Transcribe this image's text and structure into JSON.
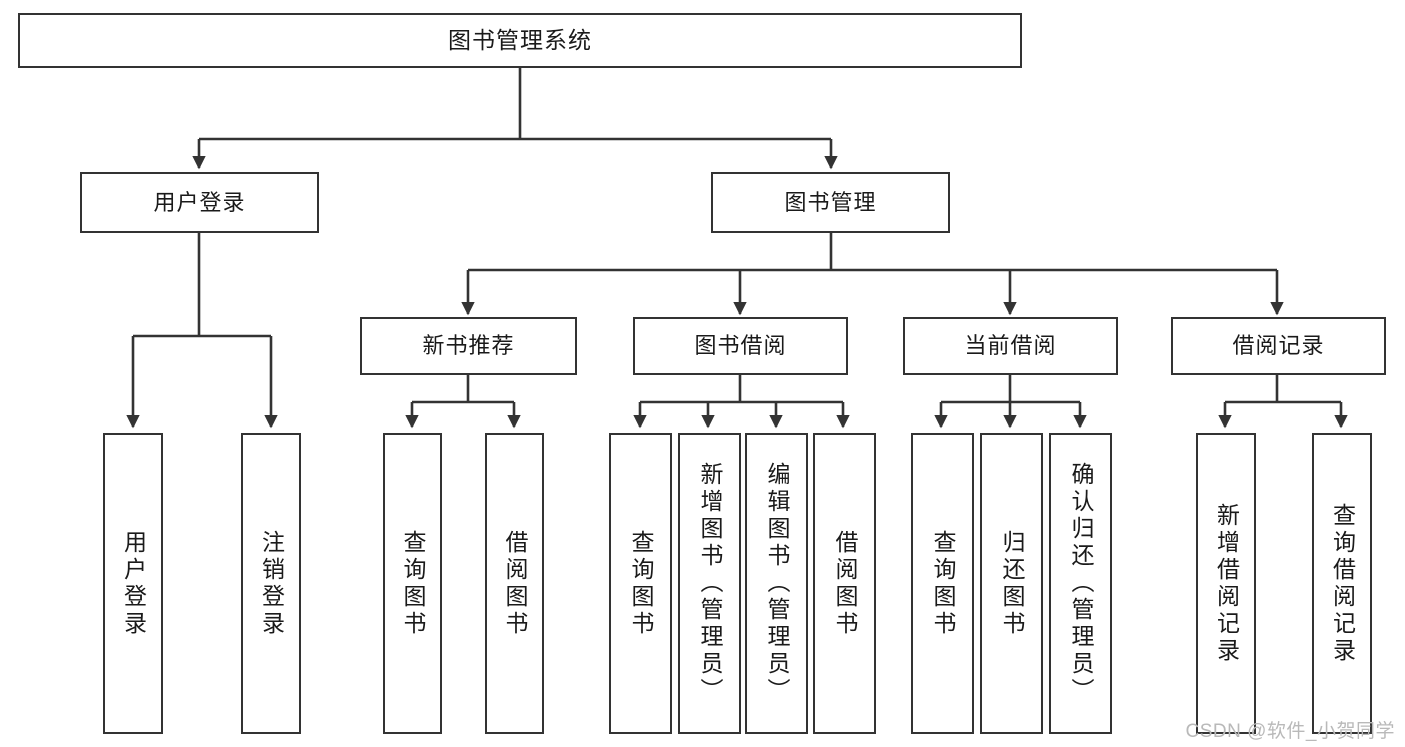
{
  "diagram": {
    "kind": "tree-diagram",
    "title": "图书管理系统",
    "colors": {
      "stroke": "#333333",
      "fill": "#ffffff",
      "text": "#1a1a1a",
      "watermark": "#b9b9b9"
    }
  },
  "root": {
    "label": "图书管理系统"
  },
  "level2": [
    {
      "label": "用户登录"
    },
    {
      "label": "图书管理"
    }
  ],
  "level3": [
    {
      "label": "新书推荐"
    },
    {
      "label": "图书借阅"
    },
    {
      "label": "当前借阅"
    },
    {
      "label": "借阅记录"
    }
  ],
  "leaves": {
    "user_login": [
      {
        "label": "用户登录"
      },
      {
        "label": "注销登录"
      }
    ],
    "new_book_recommend": [
      {
        "label": "查询图书"
      },
      {
        "label": "借阅图书"
      }
    ],
    "book_borrow": [
      {
        "label": "查询图书"
      },
      {
        "label": "新增图书（管理员）"
      },
      {
        "label": "编辑图书（管理员）"
      },
      {
        "label": "借阅图书"
      }
    ],
    "current_borrow": [
      {
        "label": "查询图书"
      },
      {
        "label": "归还图书"
      },
      {
        "label": "确认归还（管理员）"
      }
    ],
    "borrow_record": [
      {
        "label": "新增借阅记录"
      },
      {
        "label": "查询借阅记录"
      }
    ]
  },
  "watermark": {
    "text": "CSDN @软件_小贺同学"
  }
}
